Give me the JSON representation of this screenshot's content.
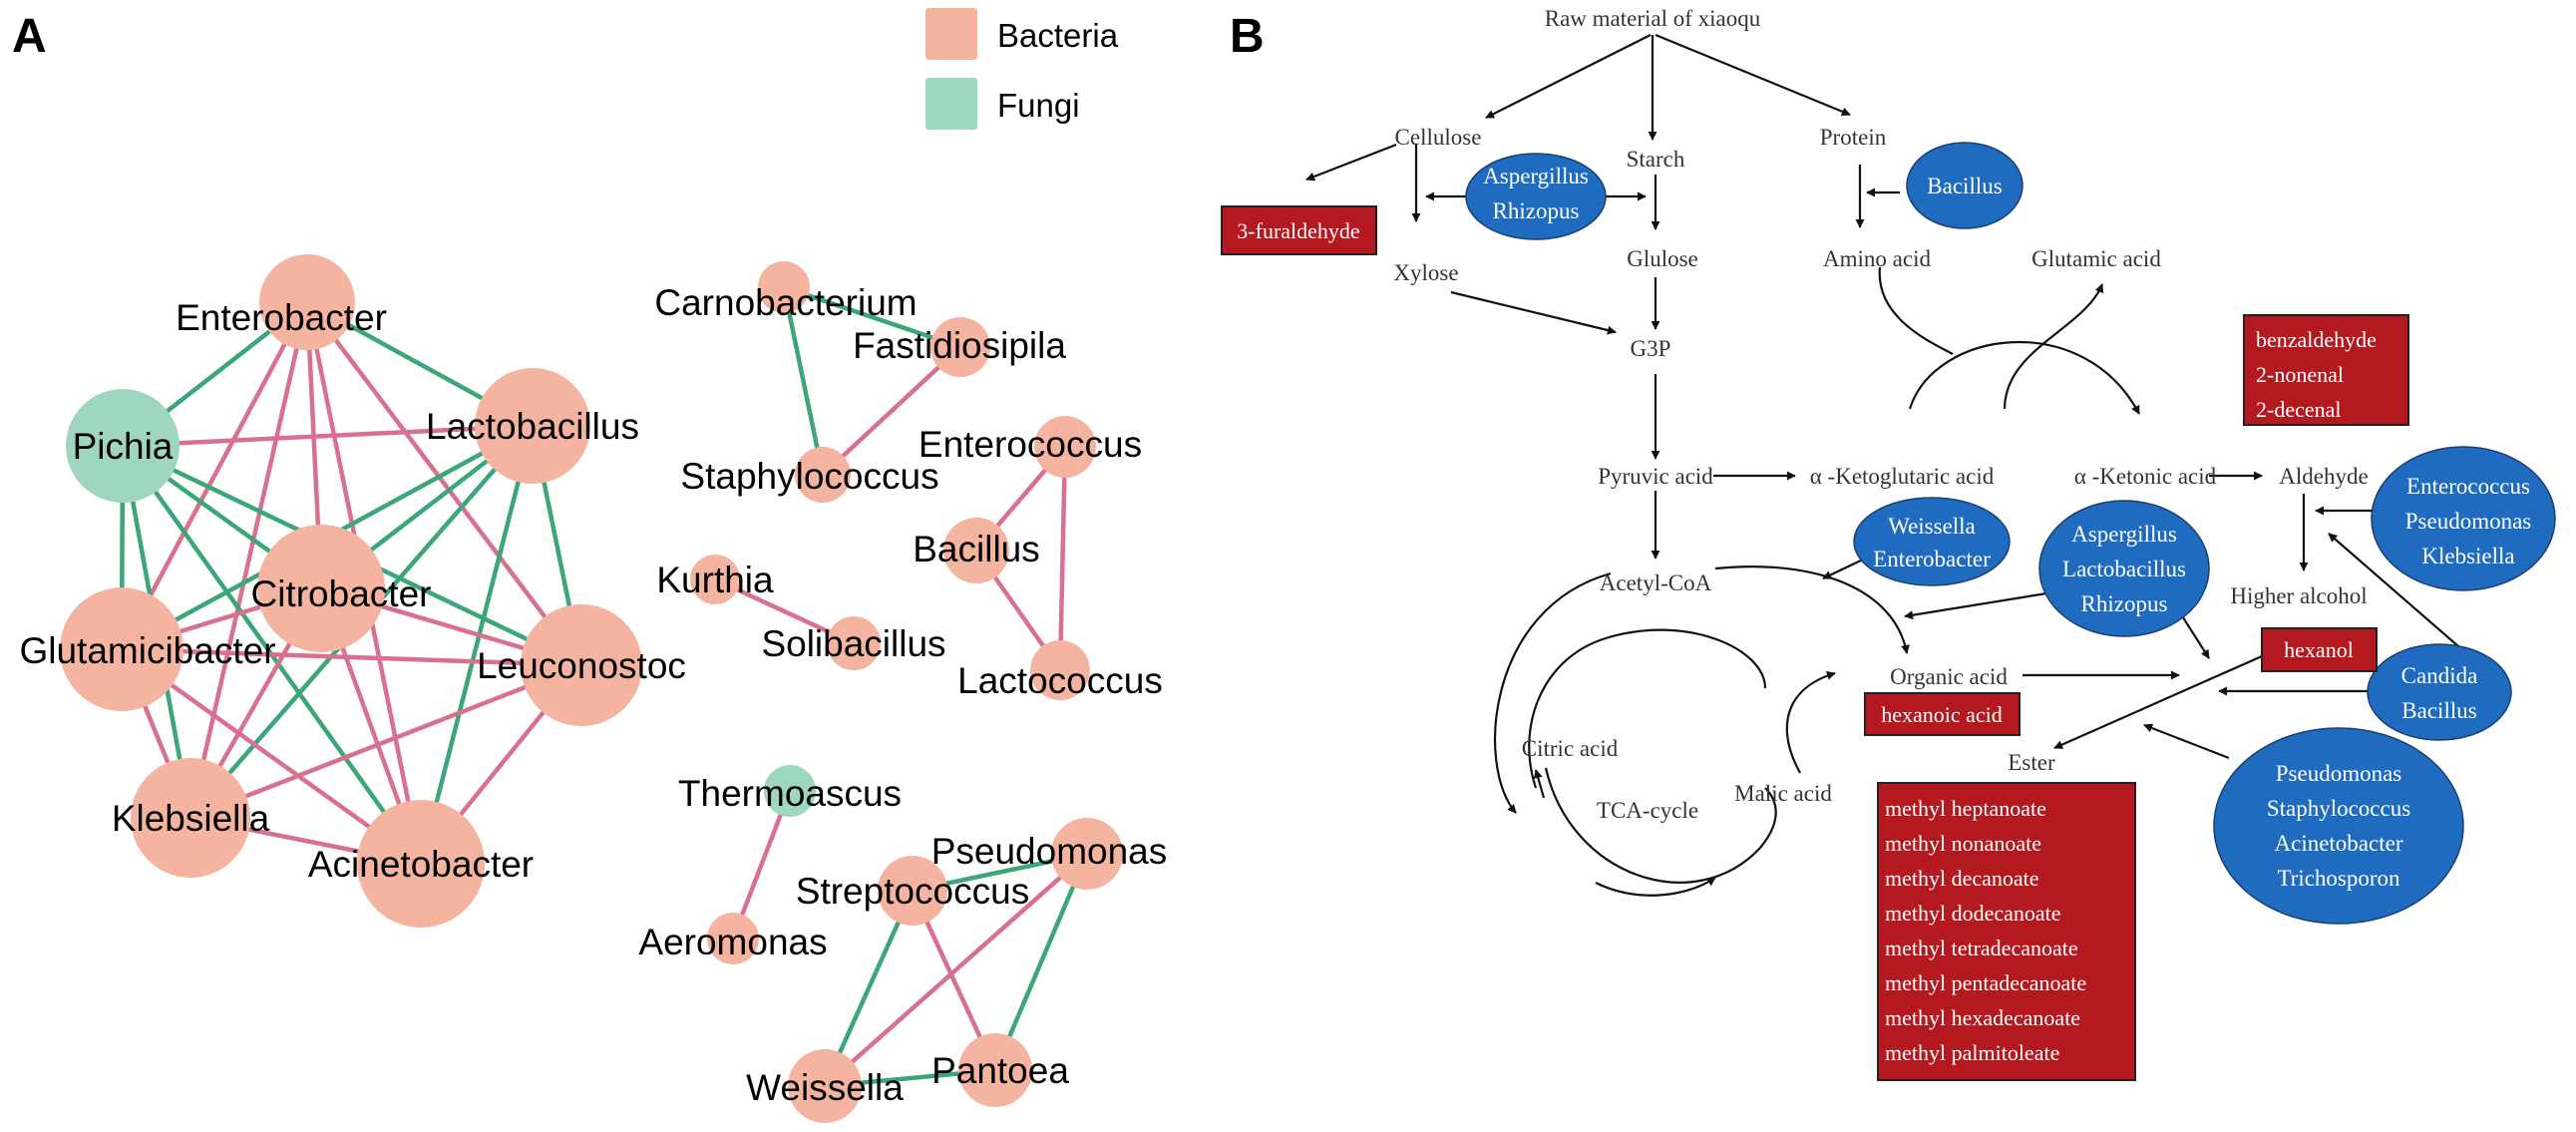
{
  "panel_a": {
    "letter": "A",
    "legend": [
      {
        "label": "Bacteria",
        "color": "#f4b4a0"
      },
      {
        "label": "Fungi",
        "color": "#9fd6c0"
      }
    ],
    "colors": {
      "bacteria": "#f4b4a0",
      "fungi": "#9fd6c0",
      "positive": "#d9708f",
      "negative": "#3aa679"
    },
    "nodes": [
      {
        "id": "Enterobacter",
        "label": "Enterobacter",
        "type": "bacteria"
      },
      {
        "id": "Pichia",
        "label": "Pichia",
        "type": "fungi"
      },
      {
        "id": "Lactobacillus",
        "label": "Lactobacillus",
        "type": "bacteria"
      },
      {
        "id": "Citrobacter",
        "label": "Citrobacter",
        "type": "bacteria"
      },
      {
        "id": "Glutamicibacter",
        "label": "Glutamicibacter",
        "type": "bacteria"
      },
      {
        "id": "Leuconostoc",
        "label": "Leuconostoc",
        "type": "bacteria"
      },
      {
        "id": "Klebsiella",
        "label": "Klebsiella",
        "type": "bacteria"
      },
      {
        "id": "Acinetobacter",
        "label": "Acinetobacter",
        "type": "bacteria"
      },
      {
        "id": "Carnobacterium",
        "label": "Carnobacterium",
        "type": "bacteria"
      },
      {
        "id": "Fastidiosipila",
        "label": "Fastidiosipila",
        "type": "bacteria"
      },
      {
        "id": "Staphylococcus",
        "label": "Staphylococcus",
        "type": "bacteria"
      },
      {
        "id": "Enterococcus",
        "label": "Enterococcus",
        "type": "bacteria"
      },
      {
        "id": "Bacillus",
        "label": "Bacillus",
        "type": "bacteria"
      },
      {
        "id": "Lactococcus",
        "label": "Lactococcus",
        "type": "bacteria"
      },
      {
        "id": "Kurthia",
        "label": "Kurthia",
        "type": "bacteria"
      },
      {
        "id": "Solibacillus",
        "label": "Solibacillus",
        "type": "bacteria"
      },
      {
        "id": "Thermoascus",
        "label": "Thermoascus",
        "type": "fungi"
      },
      {
        "id": "Aeromonas",
        "label": "Aeromonas",
        "type": "bacteria"
      },
      {
        "id": "Pseudomonas",
        "label": "Pseudomonas",
        "type": "bacteria"
      },
      {
        "id": "Streptococcus",
        "label": "Streptococcus",
        "type": "bacteria"
      },
      {
        "id": "Weissella",
        "label": "Weissella",
        "type": "bacteria"
      },
      {
        "id": "Pantoea",
        "label": "Pantoea",
        "type": "bacteria"
      }
    ],
    "edges": [
      {
        "from": "Enterobacter",
        "to": "Lactobacillus",
        "sign": "negative"
      },
      {
        "from": "Enterobacter",
        "to": "Pichia",
        "sign": "negative"
      },
      {
        "from": "Enterobacter",
        "to": "Citrobacter",
        "sign": "positive"
      },
      {
        "from": "Enterobacter",
        "to": "Glutamicibacter",
        "sign": "positive"
      },
      {
        "from": "Enterobacter",
        "to": "Leuconostoc",
        "sign": "positive"
      },
      {
        "from": "Enterobacter",
        "to": "Klebsiella",
        "sign": "positive"
      },
      {
        "from": "Enterobacter",
        "to": "Acinetobacter",
        "sign": "positive"
      },
      {
        "from": "Pichia",
        "to": "Lactobacillus",
        "sign": "positive"
      },
      {
        "from": "Pichia",
        "to": "Citrobacter",
        "sign": "negative"
      },
      {
        "from": "Pichia",
        "to": "Glutamicibacter",
        "sign": "negative"
      },
      {
        "from": "Pichia",
        "to": "Leuconostoc",
        "sign": "negative"
      },
      {
        "from": "Pichia",
        "to": "Klebsiella",
        "sign": "negative"
      },
      {
        "from": "Pichia",
        "to": "Acinetobacter",
        "sign": "negative"
      },
      {
        "from": "Lactobacillus",
        "to": "Citrobacter",
        "sign": "negative"
      },
      {
        "from": "Lactobacillus",
        "to": "Glutamicibacter",
        "sign": "negative"
      },
      {
        "from": "Lactobacillus",
        "to": "Leuconostoc",
        "sign": "negative"
      },
      {
        "from": "Lactobacillus",
        "to": "Klebsiella",
        "sign": "negative"
      },
      {
        "from": "Lactobacillus",
        "to": "Acinetobacter",
        "sign": "negative"
      },
      {
        "from": "Citrobacter",
        "to": "Glutamicibacter",
        "sign": "positive"
      },
      {
        "from": "Citrobacter",
        "to": "Leuconostoc",
        "sign": "positive"
      },
      {
        "from": "Citrobacter",
        "to": "Klebsiella",
        "sign": "positive"
      },
      {
        "from": "Citrobacter",
        "to": "Acinetobacter",
        "sign": "positive"
      },
      {
        "from": "Glutamicibacter",
        "to": "Leuconostoc",
        "sign": "positive"
      },
      {
        "from": "Glutamicibacter",
        "to": "Klebsiella",
        "sign": "positive"
      },
      {
        "from": "Glutamicibacter",
        "to": "Acinetobacter",
        "sign": "positive"
      },
      {
        "from": "Leuconostoc",
        "to": "Klebsiella",
        "sign": "positive"
      },
      {
        "from": "Leuconostoc",
        "to": "Acinetobacter",
        "sign": "positive"
      },
      {
        "from": "Klebsiella",
        "to": "Acinetobacter",
        "sign": "positive"
      },
      {
        "from": "Carnobacterium",
        "to": "Fastidiosipila",
        "sign": "negative"
      },
      {
        "from": "Carnobacterium",
        "to": "Staphylococcus",
        "sign": "negative"
      },
      {
        "from": "Fastidiosipila",
        "to": "Staphylococcus",
        "sign": "positive"
      },
      {
        "from": "Enterococcus",
        "to": "Bacillus",
        "sign": "positive"
      },
      {
        "from": "Enterococcus",
        "to": "Lactococcus",
        "sign": "positive"
      },
      {
        "from": "Bacillus",
        "to": "Lactococcus",
        "sign": "positive"
      },
      {
        "from": "Kurthia",
        "to": "Solibacillus",
        "sign": "positive"
      },
      {
        "from": "Thermoascus",
        "to": "Aeromonas",
        "sign": "positive"
      },
      {
        "from": "Streptococcus",
        "to": "Pseudomonas",
        "sign": "negative"
      },
      {
        "from": "Streptococcus",
        "to": "Pantoea",
        "sign": "positive"
      },
      {
        "from": "Streptococcus",
        "to": "Weissella",
        "sign": "negative"
      },
      {
        "from": "Pseudomonas",
        "to": "Weissella",
        "sign": "positive"
      },
      {
        "from": "Pseudomonas",
        "to": "Pantoea",
        "sign": "negative"
      },
      {
        "from": "Weissella",
        "to": "Pantoea",
        "sign": "negative"
      }
    ]
  },
  "panel_b": {
    "letter": "B",
    "colors": {
      "oval_fill": "#1f6bbf",
      "box_fill": "#b3191f",
      "text": "#333333"
    },
    "labels": {
      "raw_material": "Raw material of xiaoqu",
      "cellulose": "Cellulose",
      "starch": "Starch",
      "protein": "Protein",
      "xylose": "Xylose",
      "glulose": "Glulose",
      "amino_acid": "Amino acid",
      "glutamic_acid": "Glutamic acid",
      "g3p": "G3P",
      "pyruvic_acid": "Pyruvic acid",
      "ketoglutaric_acid": "α -Ketoglutaric acid",
      "ketonic_acid": "α -Ketonic acid",
      "aldehyde": "Aldehyde",
      "acetyl_coa": "Acetyl-CoA",
      "higher_alcohol": "Higher alcohol",
      "organic_acid": "Organic acid",
      "citric_acid": "Citric acid",
      "tca_cycle": "TCA-cycle",
      "malic_acid": "Malic acid",
      "ester": "Ester"
    },
    "ovals": {
      "aspergillus_rhizopus": [
        "Aspergillus",
        "Rhizopus"
      ],
      "bacillus": [
        "Bacillus"
      ],
      "weissella_enterobacter": [
        "Weissella",
        "Enterobacter"
      ],
      "aspergillus_lactobacillus_rhizopus": [
        "Aspergillus",
        "Lactobacillus",
        "Rhizopus"
      ],
      "enterococcus_pseudomonas_klebsiella": [
        "Enterococcus",
        "Pseudomonas",
        "Klebsiella"
      ],
      "candida_bacillus": [
        "Candida",
        "Bacillus"
      ],
      "pseudomonas_group": [
        "Pseudomonas",
        "Staphylococcus",
        "Acinetobacter",
        "Trichosporon"
      ]
    },
    "boxes": {
      "furaldehyde": [
        "3-furaldehyde"
      ],
      "aldehydes": [
        "benzaldehyde",
        "2-nonenal",
        "2-decenal"
      ],
      "hexanol": [
        "hexanol"
      ],
      "hexanoic_acid": [
        "hexanoic acid"
      ],
      "esters": [
        "methyl heptanoate",
        "methyl nonanoate",
        "methyl decanoate",
        "methyl dodecanoate",
        "methyl tetradecanoate",
        "methyl pentadecanoate",
        "methyl hexadecanoate",
        "methyl palmitoleate"
      ]
    }
  }
}
